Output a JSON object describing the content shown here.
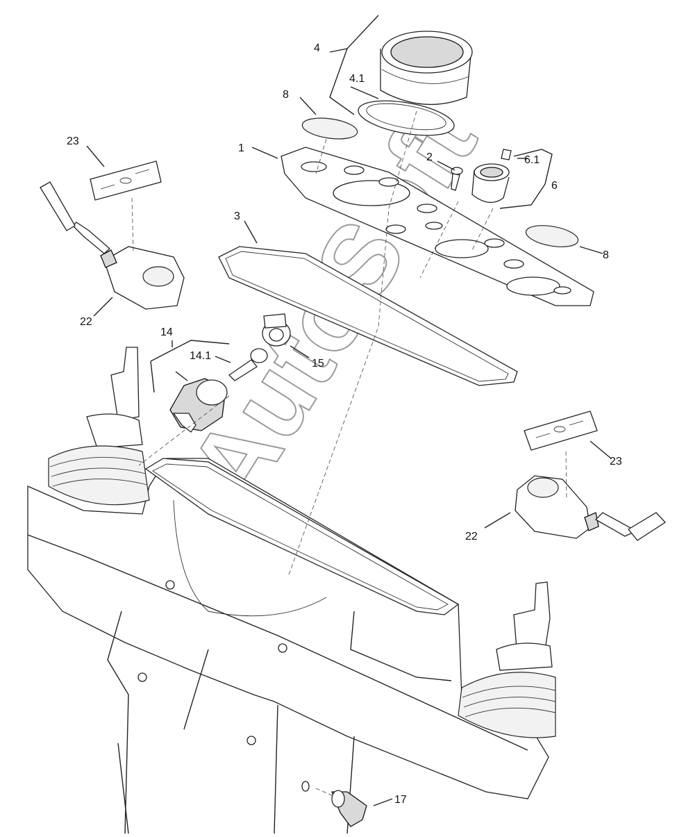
{
  "watermark": "AutoSoft",
  "callouts": {
    "c1": "1",
    "c2": "2",
    "c3": "3",
    "c4": "4",
    "c4_1": "4.1",
    "c6": "6",
    "c6_1": "6.1",
    "c8_top": "8",
    "c8_right": "8",
    "c14": "14",
    "c14_1": "14.1",
    "c15": "15",
    "c17": "17",
    "c22_left": "22",
    "c22_right": "22",
    "c23_left": "23",
    "c23_right": "23"
  }
}
